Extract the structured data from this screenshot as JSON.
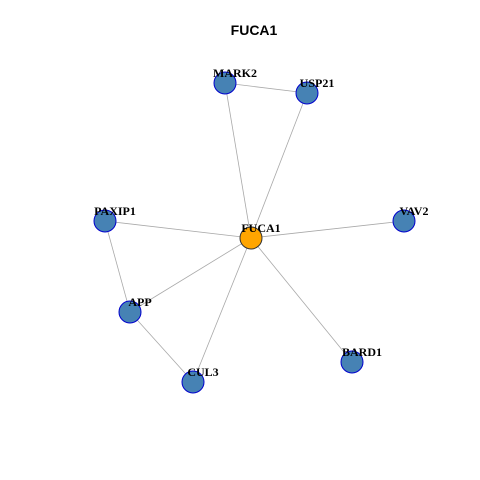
{
  "title": "FUCA1",
  "colors": {
    "hub_fill": "#ffa500",
    "node_fill": "#4682b4",
    "node_stroke": "#0000cd",
    "hub_stroke": "#333333",
    "edge": "#a9a9a9"
  },
  "nodes": [
    {
      "id": "FUCA1",
      "label": "FUCA1",
      "hub": true
    },
    {
      "id": "MARK2",
      "label": "MARK2",
      "hub": false
    },
    {
      "id": "USP21",
      "label": "USP21",
      "hub": false
    },
    {
      "id": "PAXIP1",
      "label": "PAXIP1",
      "hub": false
    },
    {
      "id": "VAV2",
      "label": "VAV2",
      "hub": false
    },
    {
      "id": "APP",
      "label": "APP",
      "hub": false
    },
    {
      "id": "BARD1",
      "label": "BARD1",
      "hub": false
    },
    {
      "id": "CUL3",
      "label": "CUL3",
      "hub": false
    }
  ],
  "edges": [
    [
      "MARK2",
      "USP21"
    ],
    [
      "MARK2",
      "FUCA1"
    ],
    [
      "USP21",
      "FUCA1"
    ],
    [
      "PAXIP1",
      "FUCA1"
    ],
    [
      "VAV2",
      "FUCA1"
    ],
    [
      "APP",
      "FUCA1"
    ],
    [
      "BARD1",
      "FUCA1"
    ],
    [
      "CUL3",
      "FUCA1"
    ],
    [
      "PAXIP1",
      "APP"
    ],
    [
      "APP",
      "CUL3"
    ]
  ]
}
